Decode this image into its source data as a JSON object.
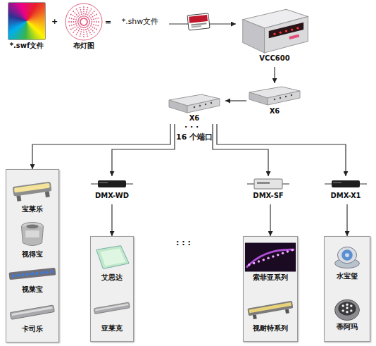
{
  "diagram": {
    "nodes": [
      {
        "text": [
          "*.swf文件"
        ]
      },
      {
        "text": [
          "布灯图"
        ]
      },
      {
        "text": [
          "*.shw文件"
        ]
      },
      {
        "text": [
          "VCC600"
        ]
      },
      {
        "text": [
          "X6"
        ]
      },
      {
        "text": [
          "X6"
        ]
      },
      {
        "text": []
      },
      {
        "text": [
          "宝莱乐"
        ],
        "in": 6
      },
      {
        "text": [
          "视得宝"
        ],
        "in": 6
      },
      {
        "text": [
          "视莱宝"
        ],
        "in": 6
      },
      {
        "text": [
          "卡司乐"
        ],
        "in": 6
      },
      {
        "text": [
          "DMX-WD"
        ]
      },
      {
        "text": [
          "DMX-SF"
        ]
      },
      {
        "text": [
          "DMX-X1"
        ]
      },
      {
        "text": []
      },
      {
        "text": [
          "艾思达"
        ],
        "in": 14
      },
      {
        "text": [
          "亚莱克"
        ],
        "in": 14
      },
      {
        "text": []
      },
      {
        "text": [
          "索菲亚系列"
        ],
        "in": 17
      },
      {
        "text": [
          "视耐特系列"
        ],
        "in": 17
      },
      {
        "text": []
      },
      {
        "text": [
          "水宝玺"
        ],
        "in": 20
      },
      {
        "text": [
          "蒂阿玛"
        ],
        "in": 20
      }
    ],
    "edges": [
      {
        "from": 2,
        "to": 3,
        "arrow": "to"
      },
      {
        "from": 3,
        "to": 4,
        "arrow": "to"
      },
      {
        "from": 4,
        "to": 5,
        "arrow": "to"
      },
      {
        "from": 5,
        "to": 6,
        "arrow": "to"
      },
      {
        "from": 5,
        "to": 11,
        "arrow": "to"
      },
      {
        "from": 5,
        "to": 12,
        "arrow": "to"
      },
      {
        "from": 5,
        "to": 13,
        "arrow": "to"
      },
      {
        "from": 11,
        "to": 14,
        "arrow": "to"
      },
      {
        "from": 12,
        "to": 17,
        "arrow": "to"
      },
      {
        "from": 13,
        "to": 20,
        "arrow": "to"
      }
    ],
    "labels": [
      "+",
      "=",
      "· · ·",
      "16 个端口",
      ": : :"
    ]
  }
}
